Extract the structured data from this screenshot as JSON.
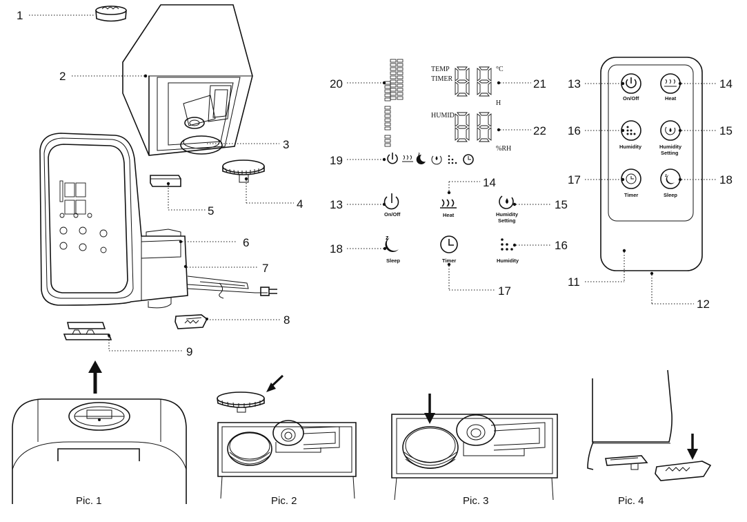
{
  "callouts": {
    "c1": "1",
    "c2": "2",
    "c3": "3",
    "c4": "4",
    "c5": "5",
    "c6": "6",
    "c7": "7",
    "c8": "8",
    "c9": "9",
    "c20": "20",
    "c21": "21",
    "c22": "22",
    "c19": "19",
    "m13": "13",
    "m14": "14",
    "m15": "15",
    "m16": "16",
    "m17": "17",
    "m18": "18",
    "r13": "13",
    "r14": "14",
    "r15": "15",
    "r16": "16",
    "r17": "17",
    "r18": "18",
    "r11": "11",
    "r12": "12"
  },
  "display": {
    "temp": "TEMP",
    "timer": "TIMER",
    "humid": "HUMID",
    "celsius": "°C",
    "hours": "H",
    "rh": "%RH"
  },
  "panel_buttons": {
    "onoff": "On/Off",
    "heat": "Heat",
    "humidity_setting_1": "Humidity",
    "humidity_setting_2": "Setting",
    "sleep": "Sleep",
    "timer": "Timer",
    "humidity": "Humidity"
  },
  "remote_buttons": {
    "onoff": "On/Off",
    "heat": "Heat",
    "humidity": "Humidity",
    "humidity_setting_1": "Humidity",
    "humidity_setting_2": "Setting",
    "timer": "Timer",
    "sleep": "Sleep"
  },
  "captions": {
    "pic1": "Pic. 1",
    "pic2": "Pic. 2",
    "pic3": "Pic. 3",
    "pic4": "Pic. 4"
  },
  "icons": [
    "power-icon",
    "heat-icon",
    "humidity-setting-icon",
    "humidity-icon",
    "timer-icon",
    "sleep-icon",
    "arrow-icon",
    "seven-segment-digit"
  ]
}
